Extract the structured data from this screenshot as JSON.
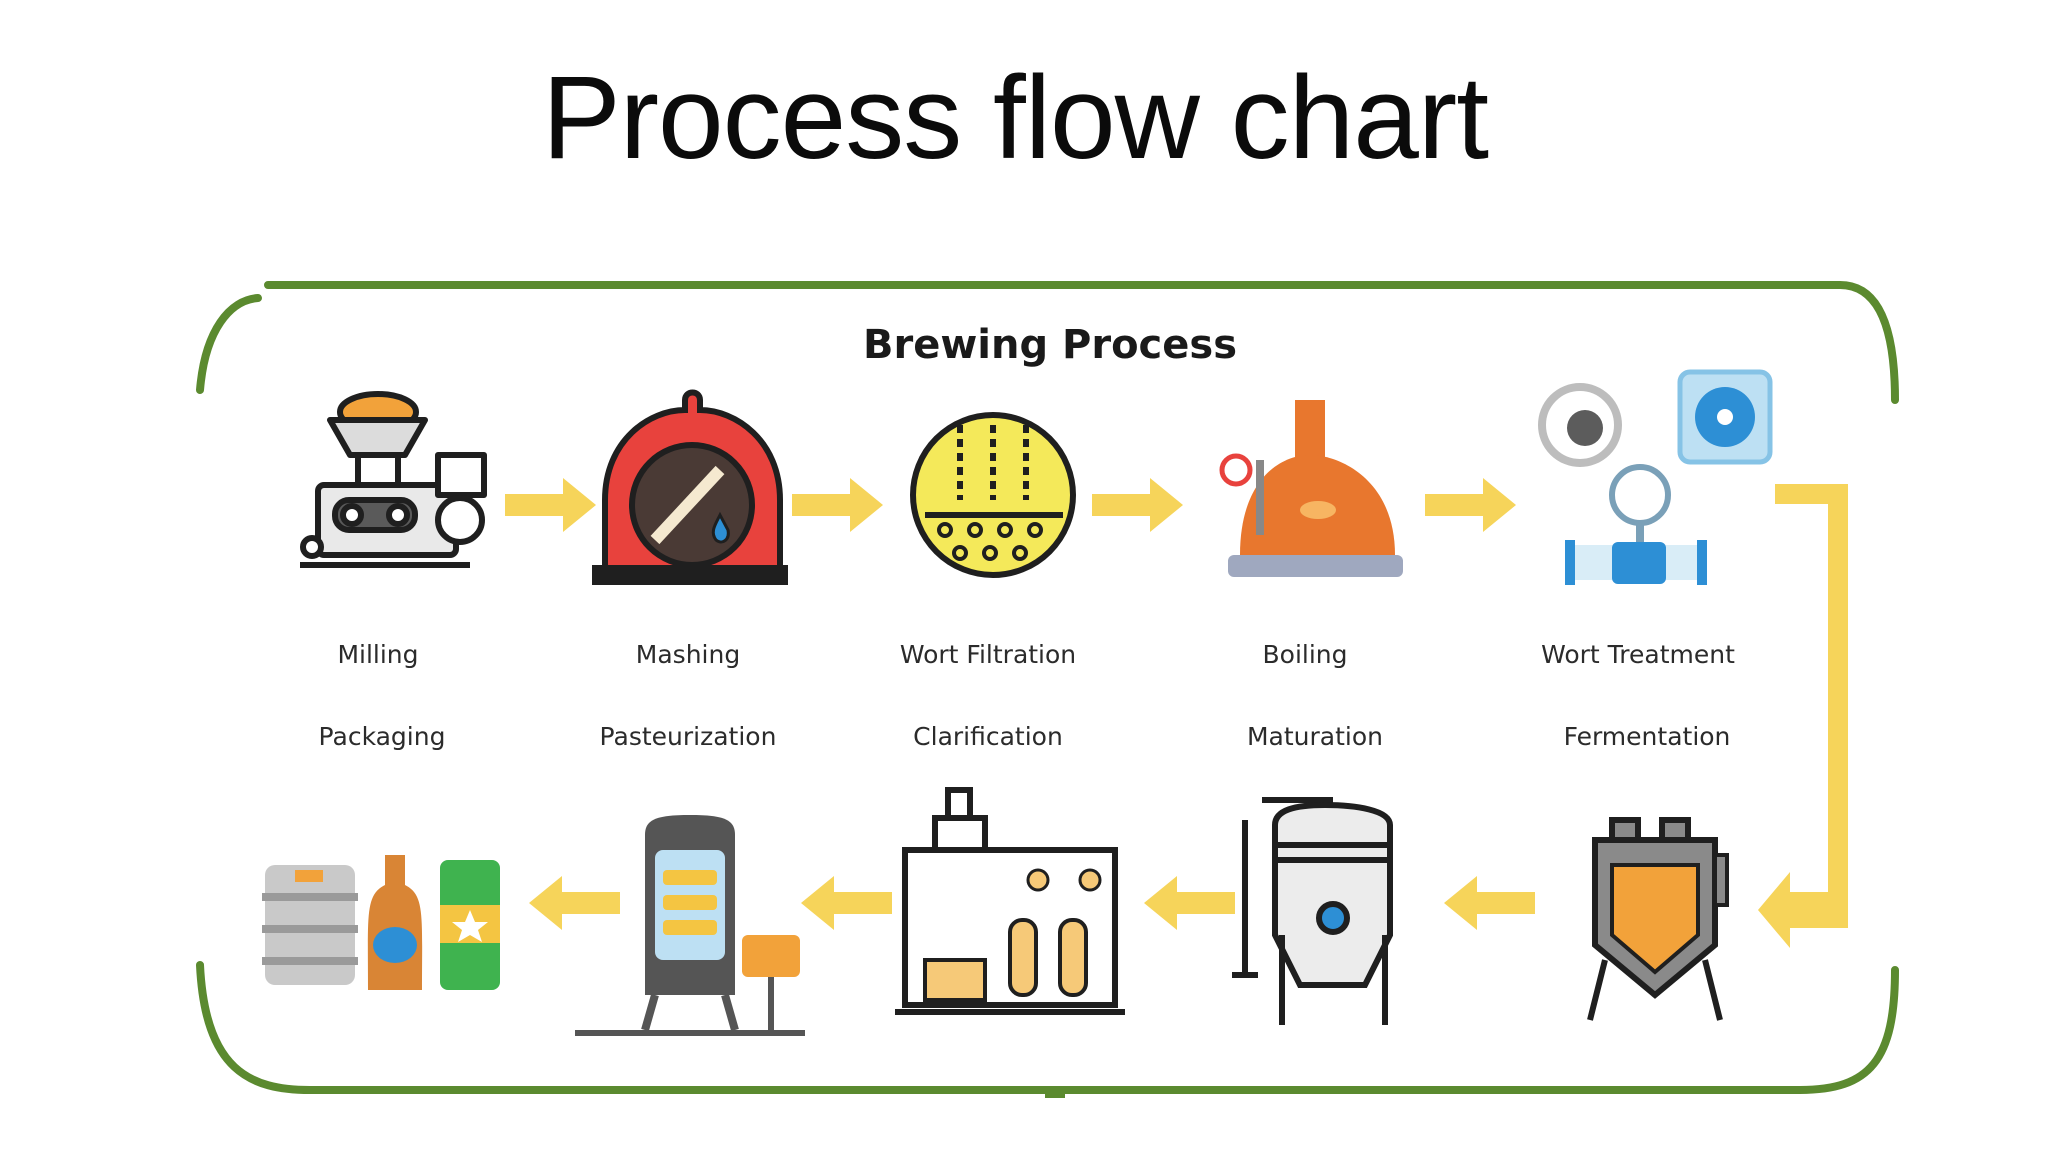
{
  "title": "Process flow chart",
  "diagram": {
    "heading": "Brewing Process",
    "top_row": [
      {
        "label": "Milling",
        "icon": "mill-icon"
      },
      {
        "label": "Mashing",
        "icon": "mash-tun-icon"
      },
      {
        "label": "Wort Filtration",
        "icon": "filter-icon"
      },
      {
        "label": "Boiling",
        "icon": "boil-kettle-icon"
      },
      {
        "label": "Wort Treatment",
        "icon": "wort-treatment-icon"
      }
    ],
    "bottom_row": [
      {
        "label": "Packaging",
        "icon": "keg-bottle-can-icon"
      },
      {
        "label": "Pasteurization",
        "icon": "pasteurizer-icon"
      },
      {
        "label": "Clarification",
        "icon": "clarifier-icon"
      },
      {
        "label": "Maturation",
        "icon": "maturation-tank-icon"
      },
      {
        "label": "Fermentation",
        "icon": "fermenter-icon"
      }
    ],
    "colors": {
      "border": "#5b8a2f",
      "arrow": "#f6d45a",
      "accent_red": "#e8423d",
      "accent_orange": "#e8772e",
      "accent_yellow": "#f4e95a",
      "accent_blue": "#2d8fd5"
    }
  }
}
